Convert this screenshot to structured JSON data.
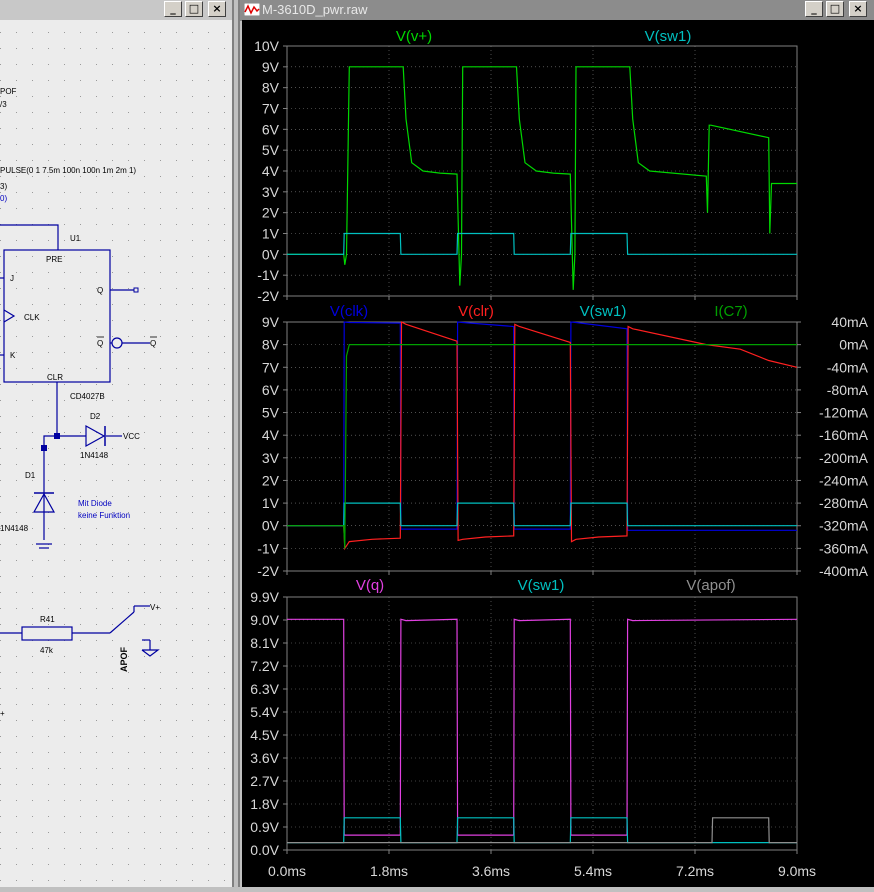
{
  "schematic": {
    "buttons": {
      "min": "_",
      "max": "□",
      "close": "×"
    },
    "labels": {
      "apof_top": "POF",
      "frac": "/3",
      "pulse": "PULSE(0 1 7.5m 100n 100n 1m 2m 1)",
      "paren1": "3)",
      "paren2": "0)",
      "u1": "U1",
      "pre": "PRE",
      "j": "J",
      "clk": "CLK",
      "k": "K",
      "q": "Q",
      "qbar": "Q",
      "qbar_net": "Q",
      "clr": "CLR",
      "cd": "CD4027B",
      "d2": "D2",
      "vcc": "VCC",
      "d2_part": "1N4148",
      "d1": "D1",
      "d1_part": "1N4148",
      "note1": "Mit Diode",
      "note2": "keine Funktion",
      "r41": "R41",
      "r41_val": "47k",
      "vplus": "V+",
      "apof": "APOF"
    }
  },
  "waveform": {
    "title": "M-3610D_pwr.raw",
    "buttons": {
      "min": "_",
      "max": "□",
      "close": "×"
    },
    "colors": {
      "green": "#00d800",
      "cyan": "#00c0c0",
      "blue": "#0000e0",
      "red": "#ff2020",
      "magenta": "#e040e0",
      "gray": "#909090",
      "grid": "#808080",
      "text": "#d8d8d8"
    },
    "x_axis": {
      "ticks": [
        "0.0ms",
        "1.8ms",
        "3.6ms",
        "5.4ms",
        "7.2ms",
        "9.0ms"
      ],
      "range": [
        0,
        9
      ]
    }
  },
  "chart_data": [
    {
      "type": "line",
      "title": "",
      "xlim": [
        0,
        9
      ],
      "ylim": [
        -2,
        10
      ],
      "y_ticks": [
        "10V",
        "9V",
        "8V",
        "7V",
        "6V",
        "5V",
        "4V",
        "3V",
        "2V",
        "1V",
        "0V",
        "-1V",
        "-2V"
      ],
      "series": [
        {
          "name": "V(v+)",
          "color": "#00d800",
          "x": [
            0,
            1.0,
            1.02,
            1.05,
            1.1,
            2.05,
            2.1,
            2.2,
            2.4,
            2.7,
            3.0,
            3.05,
            3.08,
            3.1,
            4.05,
            4.1,
            4.2,
            4.4,
            4.7,
            5.0,
            5.05,
            5.08,
            5.1,
            6.05,
            6.1,
            6.2,
            6.4,
            7.4,
            7.42,
            7.45,
            7.48,
            8.5,
            8.52,
            8.55,
            9.0
          ],
          "y": [
            0,
            0,
            -0.5,
            0,
            9,
            9,
            6.5,
            4.4,
            4.0,
            3.9,
            3.85,
            -1.5,
            0,
            9,
            9,
            6.5,
            4.4,
            4.0,
            3.9,
            3.85,
            -1.7,
            0,
            9,
            9,
            6.5,
            4.4,
            4.0,
            3.75,
            2.0,
            6.2,
            6.2,
            5.6,
            1.0,
            3.4,
            3.4
          ]
        },
        {
          "name": "V(sw1)",
          "color": "#00c0c0",
          "x": [
            0,
            1.0,
            1.01,
            2.0,
            2.01,
            3.0,
            3.01,
            4.0,
            4.01,
            5.0,
            5.01,
            6.0,
            6.01,
            9.0
          ],
          "y": [
            0,
            0,
            1,
            1,
            0,
            0,
            1,
            1,
            0,
            0,
            1,
            1,
            0,
            0
          ]
        }
      ]
    },
    {
      "type": "line",
      "title": "",
      "xlim": [
        0,
        9
      ],
      "ylim": [
        -2,
        9
      ],
      "y_ticks": [
        "9V",
        "8V",
        "7V",
        "6V",
        "5V",
        "4V",
        "3V",
        "2V",
        "1V",
        "0V",
        "-1V",
        "-2V"
      ],
      "y2_ticks": [
        "40mA",
        "0mA",
        "-40mA",
        "-80mA",
        "-120mA",
        "-160mA",
        "-200mA",
        "-240mA",
        "-280mA",
        "-320mA",
        "-360mA",
        "-400mA"
      ],
      "y2lim": [
        -400,
        40
      ],
      "series": [
        {
          "name": "V(clk)",
          "color": "#0000e0",
          "x": [
            0,
            1.0,
            1.01,
            1.1,
            2.0,
            2.01,
            3.0,
            3.01,
            3.1,
            4.0,
            4.01,
            5.0,
            5.01,
            5.1,
            6.0,
            6.01,
            9.0
          ],
          "y": [
            0,
            0,
            9,
            8.98,
            8.95,
            -0.15,
            -0.15,
            9,
            8.98,
            8.8,
            -0.15,
            -0.15,
            9,
            8.98,
            8.7,
            -0.2,
            -0.2
          ]
        },
        {
          "name": "V(clr)",
          "color": "#ff2020",
          "x": [
            0,
            1.0,
            1.02,
            1.1,
            1.5,
            2.0,
            2.02,
            2.1,
            3.0,
            3.02,
            3.1,
            3.5,
            4.0,
            4.02,
            4.1,
            5.0,
            5.02,
            5.1,
            5.5,
            6.0,
            6.02,
            6.1,
            7.4,
            8.0,
            8.5,
            9.0
          ],
          "y": [
            0,
            0,
            -1.0,
            -0.7,
            -0.6,
            -0.55,
            9.0,
            8.9,
            8.15,
            -0.65,
            -0.6,
            -0.5,
            -0.45,
            8.9,
            8.8,
            8.1,
            -0.7,
            -0.6,
            -0.5,
            -0.45,
            8.8,
            8.7,
            8.0,
            7.8,
            7.3,
            7.0
          ]
        },
        {
          "name": "V(sw1)",
          "color": "#00c0c0",
          "x": [
            0,
            1.0,
            1.01,
            2.0,
            2.01,
            3.0,
            3.01,
            4.0,
            4.01,
            5.0,
            5.01,
            6.0,
            6.01,
            9.0
          ],
          "y": [
            0,
            0,
            1,
            1,
            0,
            0,
            1,
            1,
            0,
            0,
            1,
            1,
            0,
            0
          ]
        },
        {
          "name": "I(C7)",
          "color": "#00a000",
          "axis": "right",
          "x": [
            0,
            1.0,
            1.02,
            1.05,
            1.1,
            9.0
          ],
          "y": [
            -320,
            -320,
            -360,
            -20,
            0,
            0
          ]
        }
      ]
    },
    {
      "type": "line",
      "title": "",
      "xlim": [
        0,
        9
      ],
      "ylim": [
        -0.3,
        9.9
      ],
      "y_ticks": [
        "9.9V",
        "9.0V",
        "8.1V",
        "7.2V",
        "6.3V",
        "5.4V",
        "4.5V",
        "3.6V",
        "2.7V",
        "1.8V",
        "0.9V",
        "0.0V"
      ],
      "series": [
        {
          "name": "V(q)",
          "color": "#e040e0",
          "x": [
            0,
            1.0,
            1.01,
            2.0,
            2.01,
            2.1,
            3.0,
            3.01,
            4.0,
            4.01,
            4.1,
            5.0,
            5.01,
            6.0,
            6.01,
            6.1,
            9.0
          ],
          "y": [
            9.0,
            9.0,
            0.3,
            0.3,
            9.0,
            8.95,
            9.0,
            0.3,
            0.3,
            9.0,
            8.95,
            9.0,
            0.3,
            0.3,
            9.0,
            8.95,
            9.0
          ]
        },
        {
          "name": "V(sw1)",
          "color": "#00c0c0",
          "x": [
            0,
            1.0,
            1.01,
            2.0,
            2.01,
            3.0,
            3.01,
            4.0,
            4.01,
            5.0,
            5.01,
            6.0,
            6.01,
            9.0
          ],
          "y": [
            0,
            0,
            1,
            1,
            0,
            0,
            1,
            1,
            0,
            0,
            1,
            1,
            0,
            0
          ]
        },
        {
          "name": "V(apof)",
          "color": "#909090",
          "x": [
            0,
            7.5,
            7.51,
            8.5,
            8.51,
            9.0
          ],
          "y": [
            0,
            0,
            1,
            1,
            0,
            0
          ]
        }
      ]
    }
  ]
}
